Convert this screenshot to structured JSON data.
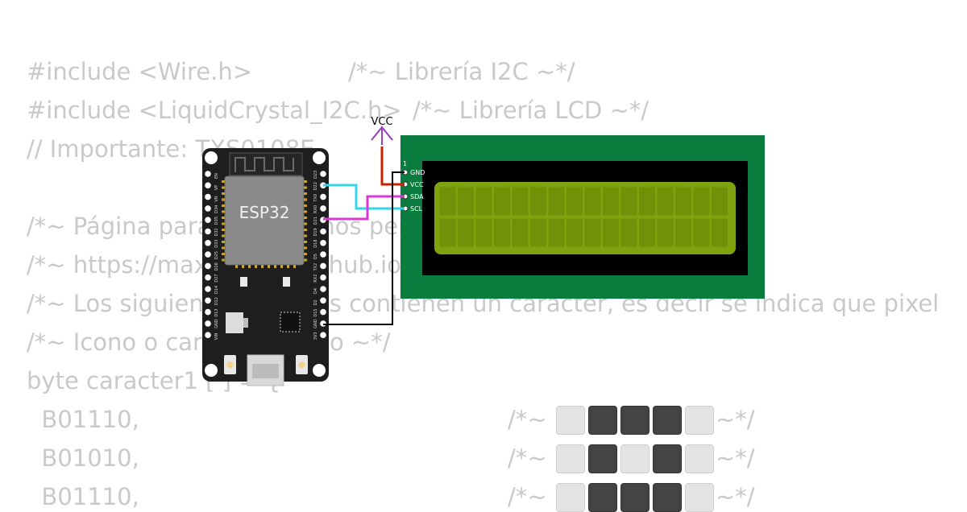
{
  "code": {
    "lines": [
      "#include <Wire.h>",
      "#include <LiquidCrystal_I2C.h>",
      "// Importante: TXS0108E",
      "",
      "/*~ Página para crear iconos personalizados ~*/",
      "/*~ https://maxpromer.github.io/LCD-Character-Creator/ ~*/",
      "/*~ Los siguientes arreglos contienen un caracter, es decir se indica que pixel",
      "/*~ Icono o caracter propio ~*/",
      "byte caracter1 [ ] = {",
      "  B01110,",
      "  B01010,",
      "  B01110,"
    ],
    "comment_wire": "/*~ Librería I2C ~*/",
    "comment_lcd": "/*~ Librería LCD ~*/",
    "bit_rows": [
      {
        "open": "/*~",
        "close": "~*/",
        "bits": [
          0,
          1,
          1,
          1,
          0
        ]
      },
      {
        "open": "/*~",
        "close": "~*/",
        "bits": [
          0,
          1,
          0,
          1,
          0
        ]
      },
      {
        "open": "/*~",
        "close": "~*/",
        "bits": [
          0,
          1,
          1,
          1,
          0
        ]
      }
    ]
  },
  "esp32": {
    "label": "ESP32",
    "left_pins": [
      "EN",
      "VP",
      "VN",
      "D34",
      "D35",
      "D32",
      "D33",
      "D25",
      "D26",
      "D27",
      "D14",
      "D12",
      "D13",
      "GND",
      "VIN"
    ],
    "right_pins": [
      "D23",
      "D22",
      "TX0",
      "RX0",
      "D21",
      "D19",
      "D18",
      "D5",
      "TX2",
      "RX2",
      "D4",
      "D2",
      "D15",
      "GND",
      "3V3"
    ]
  },
  "lcd": {
    "pin1_label": "1",
    "pins": [
      "GND",
      "VCC",
      "SDA",
      "SCL"
    ]
  },
  "power": {
    "label": "VCC"
  },
  "colors": {
    "lcd_board": "#0a7d3e",
    "lcd_screen": "#7fa30f",
    "wire_scl": "#33d6e8",
    "wire_sda": "#d63ad6",
    "wire_vcc": "#cc2200",
    "wire_gnd": "#000000",
    "vcc_arrow": "#9c3cc4"
  }
}
